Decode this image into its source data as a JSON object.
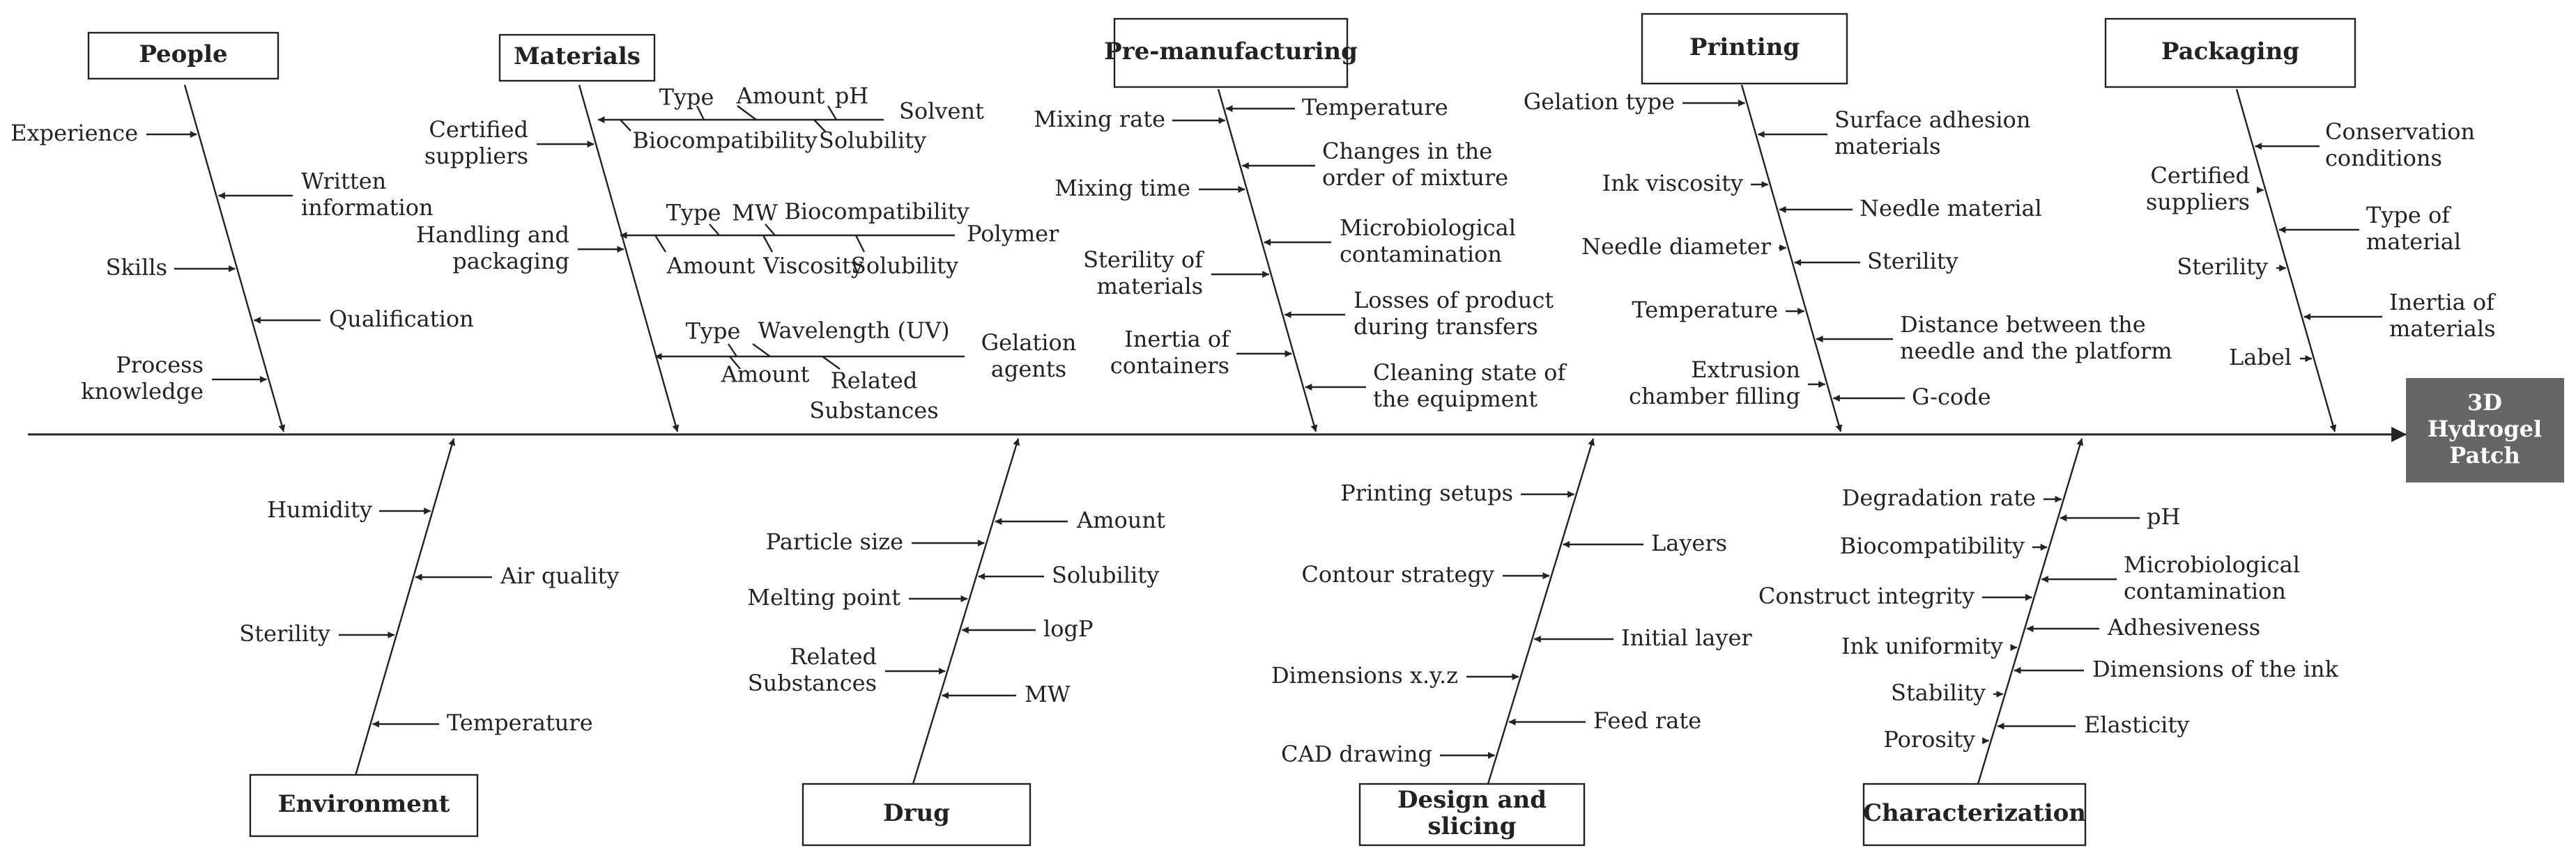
{
  "effect": {
    "lines": [
      "3D",
      "Hydrogel",
      "Patch"
    ],
    "box_color": "#666666",
    "text_color": "#ffffff"
  },
  "categories": [
    {
      "id": "people",
      "lines": [
        "People"
      ],
      "causes": [
        {
          "lines": [
            "Experience"
          ]
        },
        {
          "lines": [
            "Written",
            "information"
          ]
        },
        {
          "lines": [
            "Skills"
          ]
        },
        {
          "lines": [
            "Qualification"
          ]
        },
        {
          "lines": [
            "Process",
            "knowledge"
          ]
        }
      ]
    },
    {
      "id": "materials",
      "lines": [
        "Materials"
      ],
      "causes": [
        {
          "lines": [
            "Certified",
            "suppliers"
          ]
        },
        {
          "lines": [
            "Handling and",
            "packaging"
          ]
        }
      ],
      "subbranches": [
        {
          "name": "Solvent",
          "sub": [
            "Type",
            "Amount",
            "pH",
            "Biocompatibility",
            "Solubility"
          ]
        },
        {
          "name": "Polymer",
          "sub": [
            "Type",
            "MW",
            "Biocompatibility",
            "Amount",
            "Viscosity",
            "Solubility"
          ]
        },
        {
          "name": "Gelation agents",
          "sub": [
            "Type",
            "Wavelength (UV)",
            "Amount",
            "Related",
            "Substances"
          ]
        }
      ]
    },
    {
      "id": "pre-manufacturing",
      "lines": [
        "Pre-manufacturing"
      ],
      "causes": [
        {
          "lines": [
            "Mixing rate"
          ]
        },
        {
          "lines": [
            "Temperature"
          ]
        },
        {
          "lines": [
            "Changes in the",
            "order of mixture"
          ]
        },
        {
          "lines": [
            "Mixing time"
          ]
        },
        {
          "lines": [
            "Microbiological",
            "contamination"
          ]
        },
        {
          "lines": [
            "Sterility of",
            "materials"
          ]
        },
        {
          "lines": [
            "Losses of product",
            "during transfers"
          ]
        },
        {
          "lines": [
            "Inertia of",
            "containers"
          ]
        },
        {
          "lines": [
            "Cleaning state of",
            "the equipment"
          ]
        }
      ]
    },
    {
      "id": "printing",
      "lines": [
        "Printing"
      ],
      "causes": [
        {
          "lines": [
            "Gelation type"
          ]
        },
        {
          "lines": [
            "Surface adhesion",
            "materials"
          ]
        },
        {
          "lines": [
            "Ink viscosity"
          ]
        },
        {
          "lines": [
            "Needle material"
          ]
        },
        {
          "lines": [
            "Needle diameter"
          ]
        },
        {
          "lines": [
            "Sterility"
          ]
        },
        {
          "lines": [
            "Temperature"
          ]
        },
        {
          "lines": [
            "Distance between the",
            "needle and the platform"
          ]
        },
        {
          "lines": [
            "Extrusion",
            "chamber filling"
          ]
        },
        {
          "lines": [
            "G-code"
          ]
        }
      ]
    },
    {
      "id": "packaging",
      "lines": [
        "Packaging"
      ],
      "causes": [
        {
          "lines": [
            "Conservation",
            "conditions"
          ]
        },
        {
          "lines": [
            "Certified",
            "suppliers"
          ]
        },
        {
          "lines": [
            "Type of",
            "material"
          ]
        },
        {
          "lines": [
            "Sterility"
          ]
        },
        {
          "lines": [
            "Inertia of",
            "materials"
          ]
        },
        {
          "lines": [
            "Label"
          ]
        }
      ]
    },
    {
      "id": "environment",
      "lines": [
        "Environment"
      ],
      "causes": [
        {
          "lines": [
            "Humidity"
          ]
        },
        {
          "lines": [
            "Air quality"
          ]
        },
        {
          "lines": [
            "Sterility"
          ]
        },
        {
          "lines": [
            "Temperature"
          ]
        }
      ]
    },
    {
      "id": "drug",
      "lines": [
        "Drug"
      ],
      "causes": [
        {
          "lines": [
            "Amount"
          ]
        },
        {
          "lines": [
            "Particle size"
          ]
        },
        {
          "lines": [
            "Solubility"
          ]
        },
        {
          "lines": [
            "Melting point"
          ]
        },
        {
          "lines": [
            "logP"
          ]
        },
        {
          "lines": [
            "Related",
            "Substances"
          ]
        },
        {
          "lines": [
            "MW"
          ]
        }
      ]
    },
    {
      "id": "design-slicing",
      "lines": [
        "Design and",
        "slicing"
      ],
      "causes": [
        {
          "lines": [
            "Printing setups"
          ]
        },
        {
          "lines": [
            "Layers"
          ]
        },
        {
          "lines": [
            "Contour strategy"
          ]
        },
        {
          "lines": [
            "Initial layer"
          ]
        },
        {
          "lines": [
            "Dimensions x.y.z"
          ]
        },
        {
          "lines": [
            "Feed rate"
          ]
        },
        {
          "lines": [
            "CAD drawing"
          ]
        }
      ]
    },
    {
      "id": "characterization",
      "lines": [
        "Characterization"
      ],
      "causes": [
        {
          "lines": [
            "Degradation rate"
          ]
        },
        {
          "lines": [
            "pH"
          ]
        },
        {
          "lines": [
            "Biocompatibility"
          ]
        },
        {
          "lines": [
            "Microbiological",
            "contamination"
          ]
        },
        {
          "lines": [
            "Construct integrity"
          ]
        },
        {
          "lines": [
            "Adhesiveness"
          ]
        },
        {
          "lines": [
            "Ink uniformity"
          ]
        },
        {
          "lines": [
            "Dimensions of the ink"
          ]
        },
        {
          "lines": [
            "Stability"
          ]
        },
        {
          "lines": [
            "Elasticity"
          ]
        },
        {
          "lines": [
            "Porosity"
          ]
        }
      ]
    }
  ]
}
